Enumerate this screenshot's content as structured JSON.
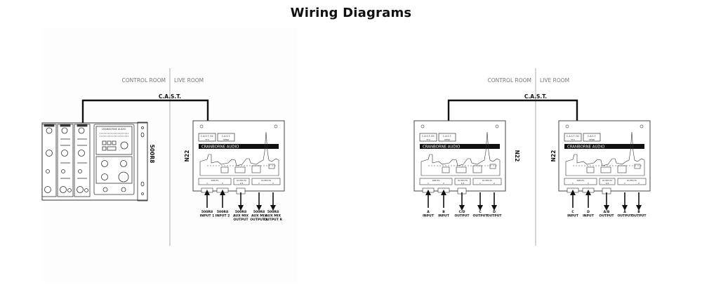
{
  "title": "Wiring Diagrams",
  "colors": {
    "line": "#111111",
    "divider": "#bbbbbb",
    "room_label": "#777777",
    "panel_bg": "#fdfdfd"
  },
  "diagrams": [
    {
      "id": "diagram-500r8-n22",
      "room_labels": {
        "control": "CONTROL ROOM",
        "live": "LIVE ROOM"
      },
      "link_label": "C.A.S.T.",
      "devices": [
        {
          "model": "500R8",
          "kind": "rack-mixer",
          "brand": "CRANBORNE AUDIO"
        },
        {
          "model": "N22",
          "kind": "cast-breakout",
          "brand": "CRANBORNE AUDIO",
          "cast_ports": [
            {
              "label": "C.A.S.T. DC",
              "sub": "TTX"
            },
            {
              "label": "C.A.S.T.",
              "sub": "SEND"
            }
          ],
          "io_groups": [
            {
              "label": "INPUTS",
              "ports": [
                "1",
                "2"
              ]
            },
            {
              "label": "OUTPUTS",
              "ports": [
                "1/2"
              ]
            },
            {
              "label": "OUTPUTS",
              "ports": [
                "1",
                "2"
              ]
            }
          ]
        }
      ],
      "connections": [
        {
          "label_line1": "500R8",
          "label_line2": "INPUT 1",
          "label_line3": "",
          "direction": "up"
        },
        {
          "label_line1": "500R8",
          "label_line2": "INPUT 2",
          "label_line3": "",
          "direction": "up"
        },
        {
          "label_line1": "500R8",
          "label_line2": "AUX MIX",
          "label_line3": "OUTPUT",
          "direction": "down"
        },
        {
          "label_line1": "500R8",
          "label_line2": "AUX MIX",
          "label_line3": "OUTPUT L",
          "direction": "down"
        },
        {
          "label_line1": "500R8",
          "label_line2": "AUX MIX",
          "label_line3": "OUTPUT R",
          "direction": "down"
        }
      ]
    },
    {
      "id": "diagram-n22-n22",
      "room_labels": {
        "control": "CONTROL ROOM",
        "live": "LIVE ROOM"
      },
      "link_label": "C.A.S.T.",
      "devices": [
        {
          "model": "N22",
          "kind": "cast-breakout",
          "brand": "CRANBORNE AUDIO"
        },
        {
          "model": "N22",
          "kind": "cast-breakout",
          "brand": "CRANBORNE AUDIO"
        }
      ],
      "connections_left": [
        {
          "label_line1": "A",
          "label_line2": "INPUT",
          "direction": "up"
        },
        {
          "label_line1": "B",
          "label_line2": "INPUT",
          "direction": "up"
        },
        {
          "label_line1": "C/D",
          "label_line2": "OUTPUT",
          "direction": "down"
        },
        {
          "label_line1": "C",
          "label_line2": "OUTPUT",
          "direction": "down"
        },
        {
          "label_line1": "D",
          "label_line2": "OUTPUT",
          "direction": "down"
        }
      ],
      "connections_right": [
        {
          "label_line1": "C",
          "label_line2": "INPUT",
          "direction": "up"
        },
        {
          "label_line1": "D",
          "label_line2": "INPUT",
          "direction": "up"
        },
        {
          "label_line1": "A/B",
          "label_line2": "OUTPUT",
          "direction": "down"
        },
        {
          "label_line1": "A",
          "label_line2": "OUTPUT",
          "direction": "down"
        },
        {
          "label_line1": "B",
          "label_line2": "OUTPUT",
          "direction": "down"
        }
      ]
    }
  ]
}
